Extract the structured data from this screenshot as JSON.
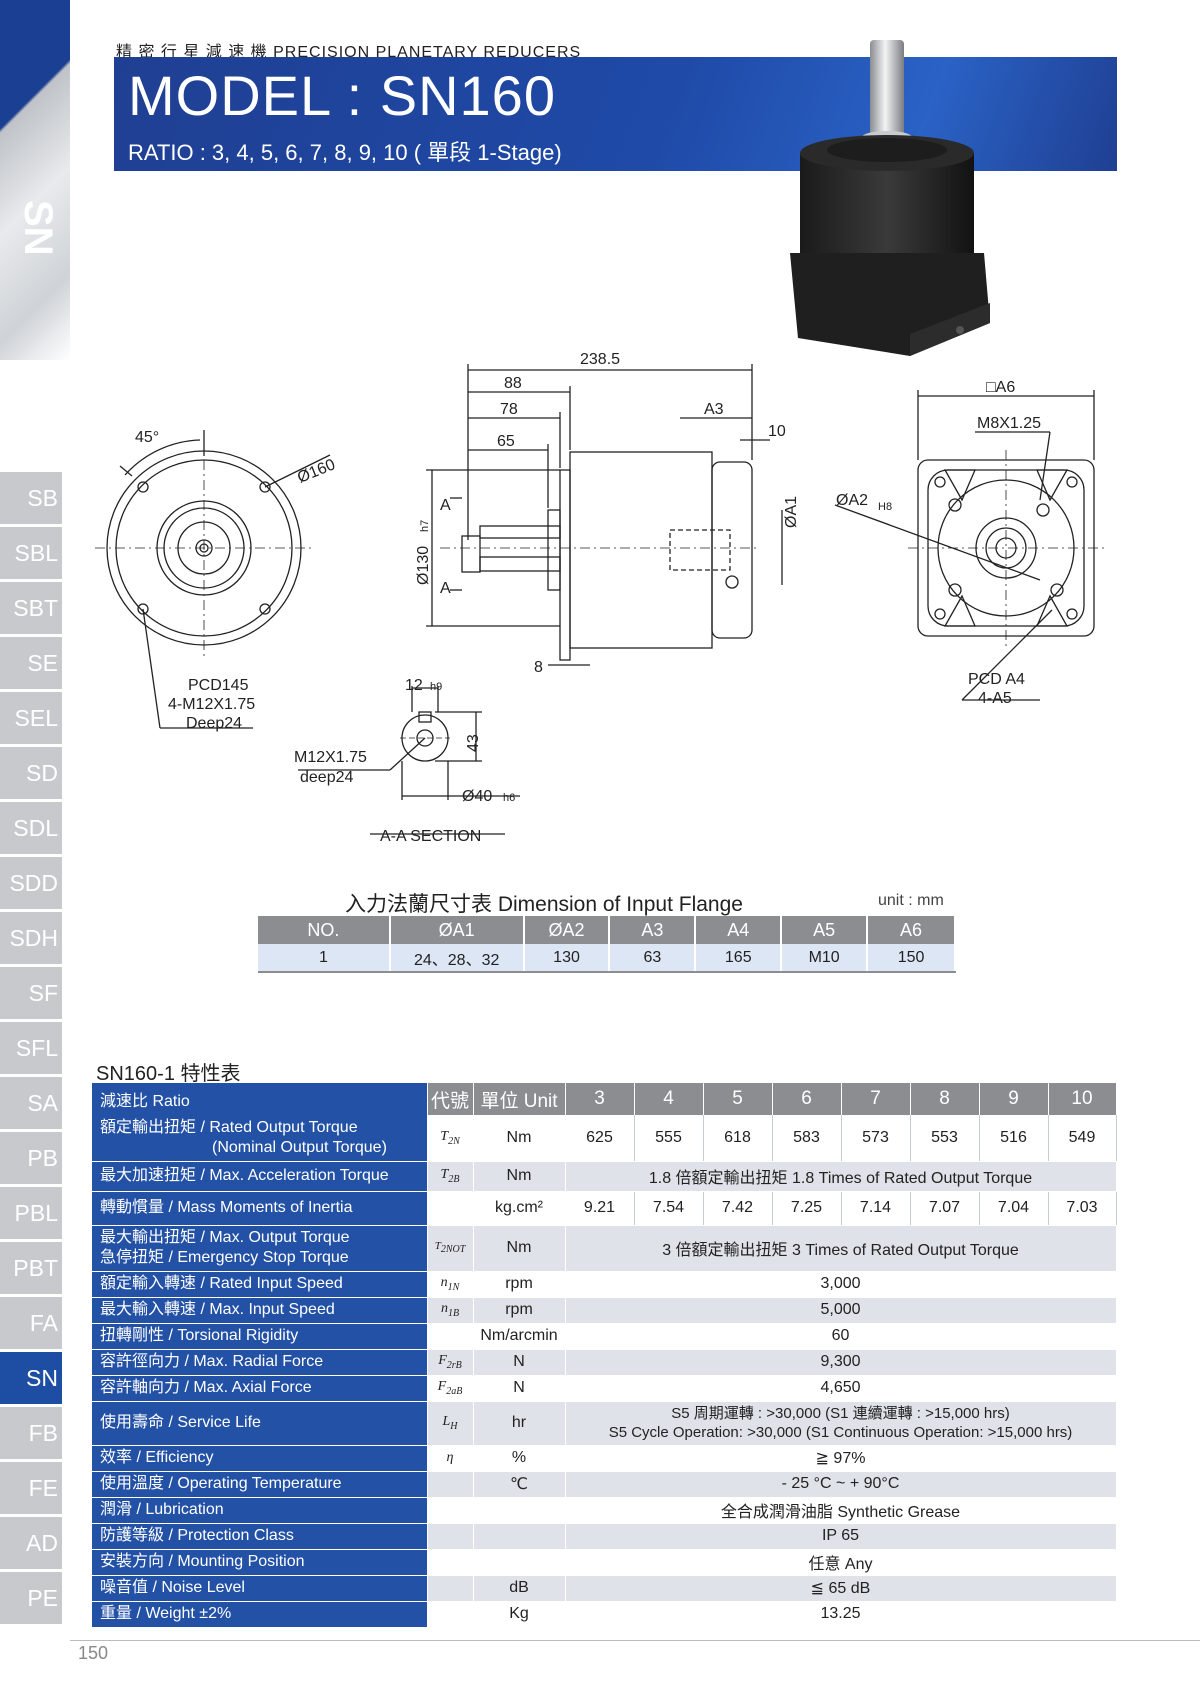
{
  "header": {
    "subtitle": "精 密 行 星 減 速 機   PRECISION PLANETARY REDUCERS",
    "model": "MODEL : SN160",
    "ratio": "RATIO : 3, 4, 5, 6, 7, 8, 9, 10 ( 單段 1-Stage)"
  },
  "side": {
    "code": "SN",
    "tabs": [
      "SB",
      "SBL",
      "SBT",
      "SE",
      "SEL",
      "SD",
      "SDL",
      "SDD",
      "SDH",
      "SF",
      "SFL",
      "SA",
      "PB",
      "PBL",
      "PBT",
      "FA",
      "SN",
      "FB",
      "FE",
      "AD",
      "PE"
    ],
    "active": "SN"
  },
  "drawing": {
    "front": {
      "angle": "45°",
      "dia": "Ø160",
      "pcd": "PCD145",
      "holes": "4-M12X1.75",
      "deep": "Deep24"
    },
    "side": {
      "l_total": "238.5",
      "l88": "88",
      "l78": "78",
      "l65": "65",
      "a3": "A3",
      "l10": "10",
      "l8": "8",
      "dia130": "Ø130",
      "h7": "h7",
      "a_mark": "A",
      "a1": "ØA1"
    },
    "section": {
      "key": "12",
      "keytol": "h9",
      "h43": "43",
      "dia40": "Ø40",
      "h6": "h6",
      "thread": "M12X1.75",
      "deep": "deep24",
      "title": "A-A SECTION"
    },
    "rear": {
      "a6": "□A6",
      "m8": "M8X1.25",
      "a2": "ØA2",
      "h8": "H8",
      "pcd": "PCD A4",
      "holes": "4-A5"
    }
  },
  "flange": {
    "title": "入力法蘭尺寸表  Dimension of Input Flange",
    "unit": "unit : mm",
    "headers": [
      "NO.",
      "ØA1",
      "ØA2",
      "A3",
      "A4",
      "A5",
      "A6"
    ],
    "row": [
      "1",
      "24、28、32",
      "130",
      "63",
      "165",
      "M10",
      "150"
    ]
  },
  "spec": {
    "title": "SN160-1 特性表",
    "h_label": "減速比 Ratio",
    "h_code": "代號",
    "h_unit": "單位 Unit",
    "ratios": [
      "3",
      "4",
      "5",
      "6",
      "7",
      "8",
      "9",
      "10"
    ],
    "rated_l1": "額定輸出扭矩 / Rated Output Torque",
    "rated_l2": "(Nominal Output Torque)",
    "rated_sym": "T2N",
    "rated_unit": "Nm",
    "rated_vals": [
      "625",
      "555",
      "618",
      "583",
      "573",
      "553",
      "516",
      "549"
    ],
    "acc_l": "最大加速扭矩 / Max. Acceleration Torque",
    "acc_sym": "T2B",
    "acc_unit": "Nm",
    "acc_val": "1.8 倍額定輸出扭矩 1.8 Times of Rated Output Torque",
    "inertia_l": "轉動慣量 / Mass Moments of Inertia",
    "inertia_unit": "kg.cm²",
    "inertia_vals": [
      "9.21",
      "7.54",
      "7.42",
      "7.25",
      "7.14",
      "7.07",
      "7.04",
      "7.03"
    ],
    "maxout_l1": "最大輸出扭矩 / Max. Output Torque",
    "maxout_l2": "急停扭矩 / Emergency Stop Torque",
    "maxout_sym": "T2NOT",
    "maxout_unit": "Nm",
    "maxout_val": "3 倍額定輸出扭矩 3 Times of Rated Output Torque",
    "rin_l": "額定輸入轉速 / Rated Input Speed",
    "rin_sym": "n1N",
    "rin_unit": "rpm",
    "rin_val": "3,000",
    "min_l": "最大輸入轉速 / Max. Input Speed",
    "min_sym": "n1B",
    "min_unit": "rpm",
    "min_val": "5,000",
    "tor_l": "扭轉剛性 / Torsional Rigidity",
    "tor_unit": "Nm/arcmin",
    "tor_val": "60",
    "rad_l": "容許徑向力 / Max. Radial Force",
    "rad_sym": "F2rB",
    "rad_unit": "N",
    "rad_val": "9,300",
    "axi_l": "容許軸向力 / Max. Axial Force",
    "axi_sym": "F2aB",
    "axi_unit": "N",
    "axi_val": "4,650",
    "life_l": "使用壽命 / Service Life",
    "life_sym": "LH",
    "life_unit": "hr",
    "life_v1": "S5 周期運轉 : >30,000 (S1 連續運轉 : >15,000 hrs)",
    "life_v2": "S5 Cycle Operation: >30,000 (S1 Continuous Operation: >15,000 hrs)",
    "eff_l": "效率 / Efficiency",
    "eff_sym": "η",
    "eff_unit": "%",
    "eff_val": "≧ 97%",
    "temp_l": "使用溫度 / Operating Temperature",
    "temp_unit": "℃",
    "temp_val": "- 25 °C ~ + 90°C",
    "lub_l": "潤滑 / Lubrication",
    "lub_val": "全合成潤滑油脂 Synthetic Grease",
    "prot_l": "防護等級 / Protection Class",
    "prot_val": "IP 65",
    "mount_l": "安裝方向 / Mounting Position",
    "mount_val": "任意 Any",
    "noise_l": "噪音值 / Noise Level",
    "noise_unit": "dB",
    "noise_val": "≦ 65 dB",
    "weight_l": "重量 / Weight ±2%",
    "weight_unit": "Kg",
    "weight_val": "13.25"
  },
  "footer": {
    "page": "150"
  }
}
